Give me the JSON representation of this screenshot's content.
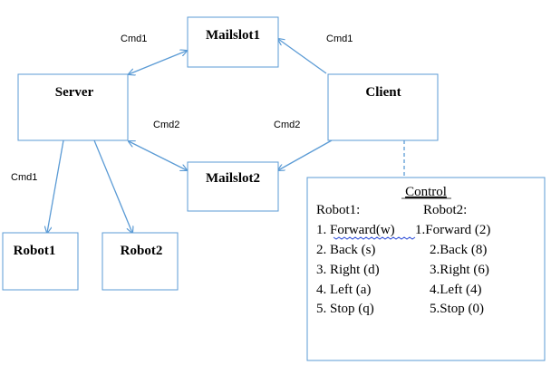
{
  "nodes": {
    "mailslot1": "Mailslot1",
    "server": "Server",
    "client": "Client",
    "mailslot2": "Mailslot2",
    "robot1": "Robot1",
    "robot2": "Robot2"
  },
  "edge_labels": {
    "cmd1_left": "Cmd1",
    "cmd1_right": "Cmd1",
    "cmd2_left": "Cmd2",
    "cmd2_right": "Cmd2",
    "cmd1_robots": "Cmd1"
  },
  "control": {
    "title": "Control",
    "robot1_header": "Robot1:",
    "robot2_header": "Robot2:",
    "rows": [
      {
        "r1": "1. Forward(w)",
        "r2": "1.Forward (2)"
      },
      {
        "r1": "2. Back (s)",
        "r2": "2.Back (8)"
      },
      {
        "r1": "3. Right (d)",
        "r2": "3.Right (6)"
      },
      {
        "r1": "4. Left (a)",
        "r2": "4.Left (4)"
      },
      {
        "r1": "5. Stop (q)",
        "r2": "5.Stop (0)"
      }
    ]
  },
  "colors": {
    "arrow": "#5b9bd5",
    "box_border": "#5b9bd5"
  }
}
